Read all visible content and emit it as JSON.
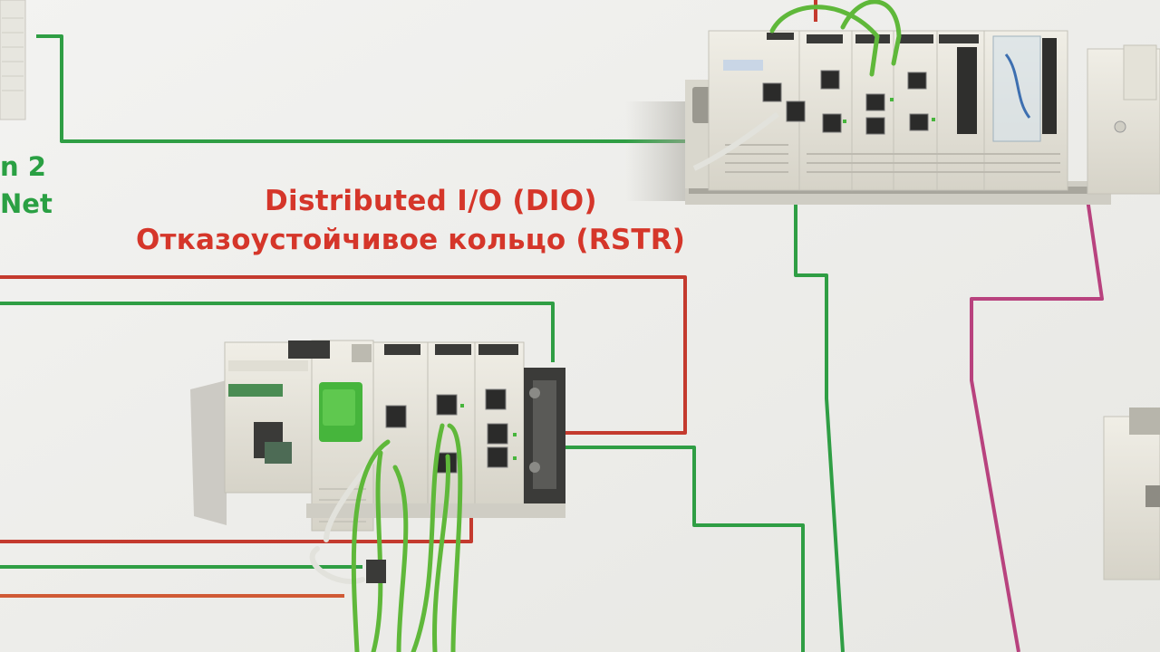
{
  "headline": {
    "line1": "Distributed I/O (DIO)",
    "line2": "Отказоустойчивое кольцо (RSTR)"
  },
  "left_edge_text": {
    "line1": "n 2",
    "line2": "Net"
  },
  "colors": {
    "wall": "#efefec",
    "headline_red": "#d5362a",
    "edge_text_green": "#2aa043",
    "line_green": "#2f9e44",
    "line_red": "#c43a2e",
    "line_pink": "#b8427e",
    "device_body": "#e8e6dc",
    "device_shadow": "#b9b7ae",
    "cable_green": "#5fb83a",
    "module_green": "#46b53c"
  },
  "devices": [
    {
      "name": "remote-io-drop-rack",
      "position_in_scene": "center-left"
    },
    {
      "name": "plc-main-rack",
      "position_in_scene": "top-right"
    }
  ]
}
